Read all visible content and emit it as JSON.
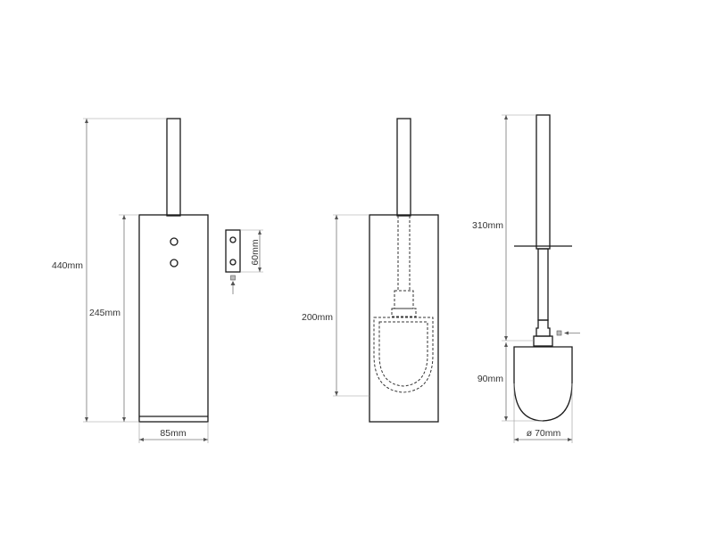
{
  "dimensions": {
    "total_height": "440mm",
    "holder_height": "245mm",
    "holder_width": "85mm",
    "bracket_height": "60mm",
    "inner_height": "200mm",
    "brush_height": "310mm",
    "head_height": "90mm",
    "head_diameter": "ø 70mm"
  }
}
